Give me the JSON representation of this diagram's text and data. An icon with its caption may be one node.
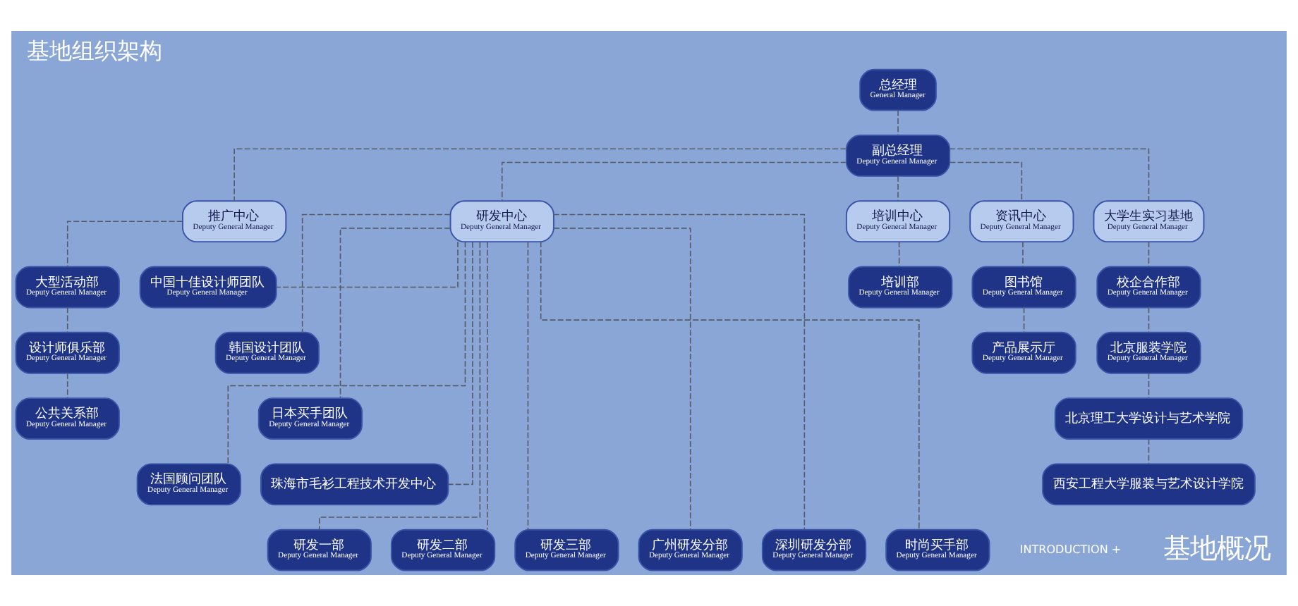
{
  "diagram": {
    "title": "基地组织架构",
    "nodes": [
      {
        "text": [
          "总经理",
          "General Manager"
        ]
      },
      {
        "text": [
          "副总经理",
          "Deputy General Manager"
        ]
      },
      {
        "text": [
          "推广中心",
          "Deputy General Manager"
        ]
      },
      {
        "text": [
          "研发中心",
          "Deputy General Manager"
        ]
      },
      {
        "text": [
          "培训中心",
          "Deputy General Manager"
        ]
      },
      {
        "text": [
          "资讯中心",
          "Deputy General Manager"
        ]
      },
      {
        "text": [
          "大学生实习基地",
          "Deputy General Manager"
        ]
      },
      {
        "text": [
          "大型活动部",
          "Deputy General Manager"
        ]
      },
      {
        "text": [
          "中国十佳设计师团队",
          "Deputy General Manager"
        ]
      },
      {
        "text": [
          "培训部",
          "Deputy General Manager"
        ]
      },
      {
        "text": [
          "图书馆",
          "Deputy General Manager"
        ]
      },
      {
        "text": [
          "校企合作部",
          "Deputy General Manager"
        ]
      },
      {
        "text": [
          "设计师俱乐部",
          "Deputy General Manager"
        ]
      },
      {
        "text": [
          "韩国设计团队",
          "Deputy General Manager"
        ]
      },
      {
        "text": [
          "产品展示厅",
          "Deputy General Manager"
        ]
      },
      {
        "text": [
          "北京服装学院",
          "Deputy General Manager"
        ]
      },
      {
        "text": [
          "公共关系部",
          "Deputy General Manager"
        ]
      },
      {
        "text": [
          "日本买手团队",
          "Deputy General Manager"
        ]
      },
      {
        "text": [
          "北京理工大学设计与艺术学院"
        ]
      },
      {
        "text": [
          "法国顾问团队",
          "Deputy General Manager"
        ]
      },
      {
        "text": [
          "珠海市毛衫工程技术开发中心"
        ]
      },
      {
        "text": [
          "西安工程大学服装与艺术设计学院"
        ]
      },
      {
        "text": [
          "研发一部",
          "Deputy General Manager"
        ]
      },
      {
        "text": [
          "研发二部",
          "Deputy General Manager"
        ]
      },
      {
        "text": [
          "研发三部",
          "Deputy General Manager"
        ]
      },
      {
        "text": [
          "广州研发分部",
          "Deputy General Manager"
        ]
      },
      {
        "text": [
          "深圳研发分部",
          "Deputy General Manager"
        ]
      },
      {
        "text": [
          "时尚买手部",
          "Deputy General Manager"
        ]
      }
    ],
    "edges": [
      {
        "from": 0,
        "to": 1,
        "arrow": "none",
        "style": "dashed"
      },
      {
        "from": 1,
        "to": 2,
        "arrow": "none",
        "style": "dashed"
      },
      {
        "from": 1,
        "to": 3,
        "arrow": "none",
        "style": "dashed"
      },
      {
        "from": 1,
        "to": 4,
        "arrow": "none",
        "style": "dashed"
      },
      {
        "from": 1,
        "to": 5,
        "arrow": "none",
        "style": "dashed"
      },
      {
        "from": 1,
        "to": 6,
        "arrow": "none",
        "style": "dashed"
      },
      {
        "from": 2,
        "to": 7,
        "arrow": "none",
        "style": "dashed"
      },
      {
        "from": 7,
        "to": 12,
        "arrow": "none",
        "style": "dashed"
      },
      {
        "from": 12,
        "to": 16,
        "arrow": "none",
        "style": "dashed"
      },
      {
        "from": 3,
        "to": 8,
        "arrow": "none",
        "style": "dashed"
      },
      {
        "from": 3,
        "to": 13,
        "arrow": "none",
        "style": "dashed"
      },
      {
        "from": 3,
        "to": 17,
        "arrow": "none",
        "style": "dashed"
      },
      {
        "from": 3,
        "to": 19,
        "arrow": "none",
        "style": "dashed"
      },
      {
        "from": 3,
        "to": 20,
        "arrow": "none",
        "style": "dashed"
      },
      {
        "from": 4,
        "to": 9,
        "arrow": "none",
        "style": "dashed"
      },
      {
        "from": 5,
        "to": 10,
        "arrow": "none",
        "style": "dashed"
      },
      {
        "from": 10,
        "to": 14,
        "arrow": "none",
        "style": "dashed"
      },
      {
        "from": 6,
        "to": 11,
        "arrow": "none",
        "style": "dashed"
      },
      {
        "from": 11,
        "to": 15,
        "arrow": "none",
        "style": "dashed"
      },
      {
        "from": 15,
        "to": 18,
        "arrow": "none",
        "style": "dashed"
      },
      {
        "from": 18,
        "to": 21,
        "arrow": "none",
        "style": "dashed"
      },
      {
        "from": 3,
        "to": 22,
        "arrow": "none",
        "style": "dashed"
      },
      {
        "from": 3,
        "to": 23,
        "arrow": "none",
        "style": "dashed"
      },
      {
        "from": 3,
        "to": 24,
        "arrow": "none",
        "style": "dashed"
      },
      {
        "from": 3,
        "to": 25,
        "arrow": "none",
        "style": "dashed"
      },
      {
        "from": 3,
        "to": 26,
        "arrow": "none",
        "style": "dashed"
      },
      {
        "from": 3,
        "to": 27,
        "arrow": "none",
        "style": "dashed"
      }
    ],
    "labels": [
      "INTRODUCTION +",
      "基地概况"
    ]
  }
}
